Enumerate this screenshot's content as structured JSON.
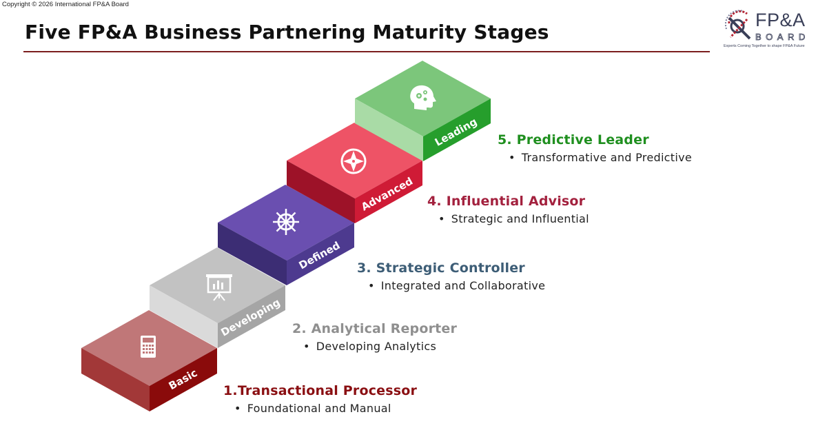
{
  "copyright": "Copyright © 2026 International FP&A Board",
  "title": "Five FP&A Business Partnering Maturity Stages",
  "logo": {
    "top": "FP&A",
    "bottom": "BOARD",
    "tagline": "Experts Coming Together to shape FP&A Future"
  },
  "stages": [
    {
      "name": "Basic",
      "heading": "1.Transactional Processor",
      "desc": "Foundational and Manual",
      "icon": "calculator-icon",
      "colors": {
        "top": "#c07778",
        "left": "#a23838",
        "front": "#8a0b0b",
        "text": "#8a0f12"
      }
    },
    {
      "name": "Developing",
      "heading": "2. Analytical Reporter",
      "desc": "Developing Analytics",
      "icon": "presentation-chart-icon",
      "colors": {
        "top": "#c2c2c2",
        "left": "#dadada",
        "front": "#a5a5a5",
        "text": "#8f8f8f"
      }
    },
    {
      "name": "Defined",
      "heading": "3. Strategic Controller",
      "desc": "Integrated and Collaborative",
      "icon": "ship-wheel-icon",
      "colors": {
        "top": "#6a4fb0",
        "left": "#3c2d74",
        "front": "#4d3a8f",
        "text": "#3d5d76"
      }
    },
    {
      "name": "Advanced",
      "heading": "4. Influential Advisor",
      "desc": "Strategic and Influential",
      "icon": "compass-icon",
      "colors": {
        "top": "#ee5366",
        "left": "#9d1228",
        "front": "#cf1b36",
        "text": "#a3213e"
      }
    },
    {
      "name": "Leading",
      "heading": "5. Predictive Leader",
      "desc": "Transformative and Predictive",
      "icon": "head-gears-icon",
      "colors": {
        "top": "#7cc67b",
        "left": "#a9dba6",
        "front": "#269e2c",
        "text": "#1f8f1f"
      }
    }
  ]
}
